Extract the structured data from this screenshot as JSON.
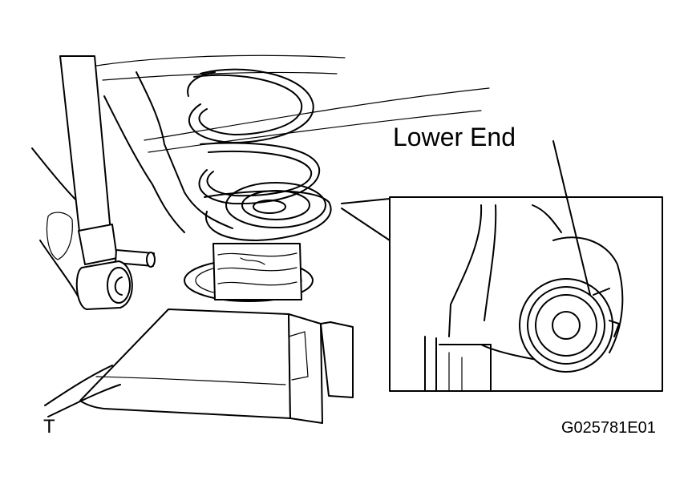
{
  "callout": {
    "label": "Lower End"
  },
  "corner_mark": "T",
  "figure_id": "G025781E01"
}
